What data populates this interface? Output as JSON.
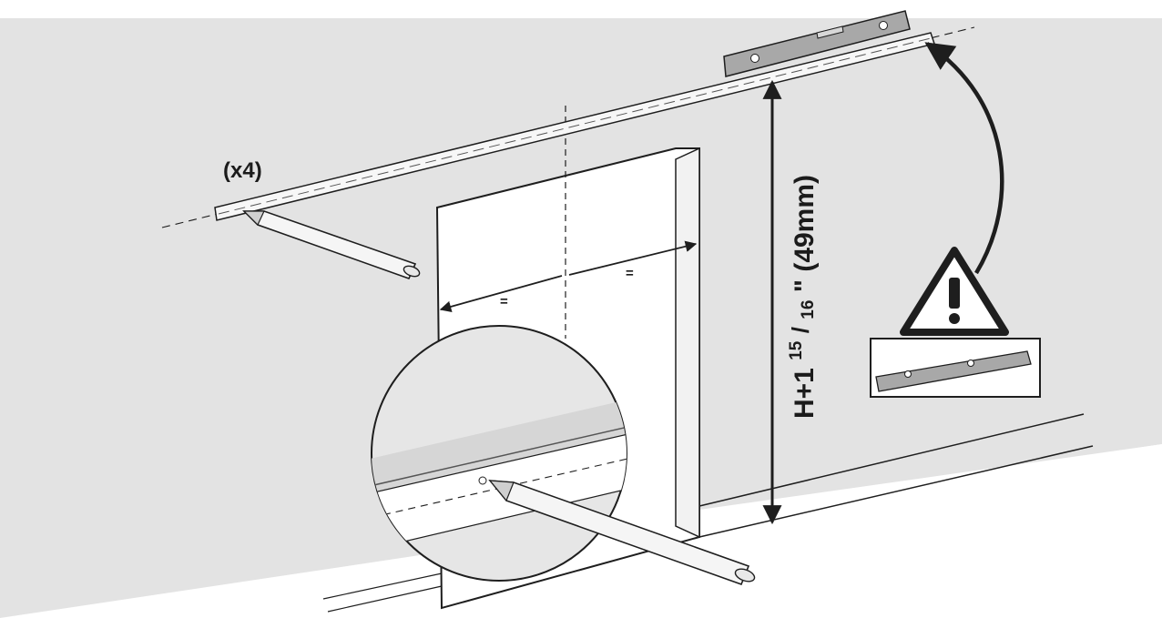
{
  "diagram": {
    "quantity_label": "(x4)",
    "height_label": {
      "prefix": "H+1",
      "frac_numerator": "15",
      "frac_slash": "/",
      "frac_denominator": "16",
      "suffix": "\" (49mm)"
    },
    "equal_mark": "=",
    "warning_icon": "exclamation-triangle",
    "colors": {
      "wall": "#e3e3e3",
      "floor": "#ffffff",
      "outline": "#1e1e1e",
      "rail": "#f7f7f7",
      "level": "#a8a8a8"
    }
  }
}
